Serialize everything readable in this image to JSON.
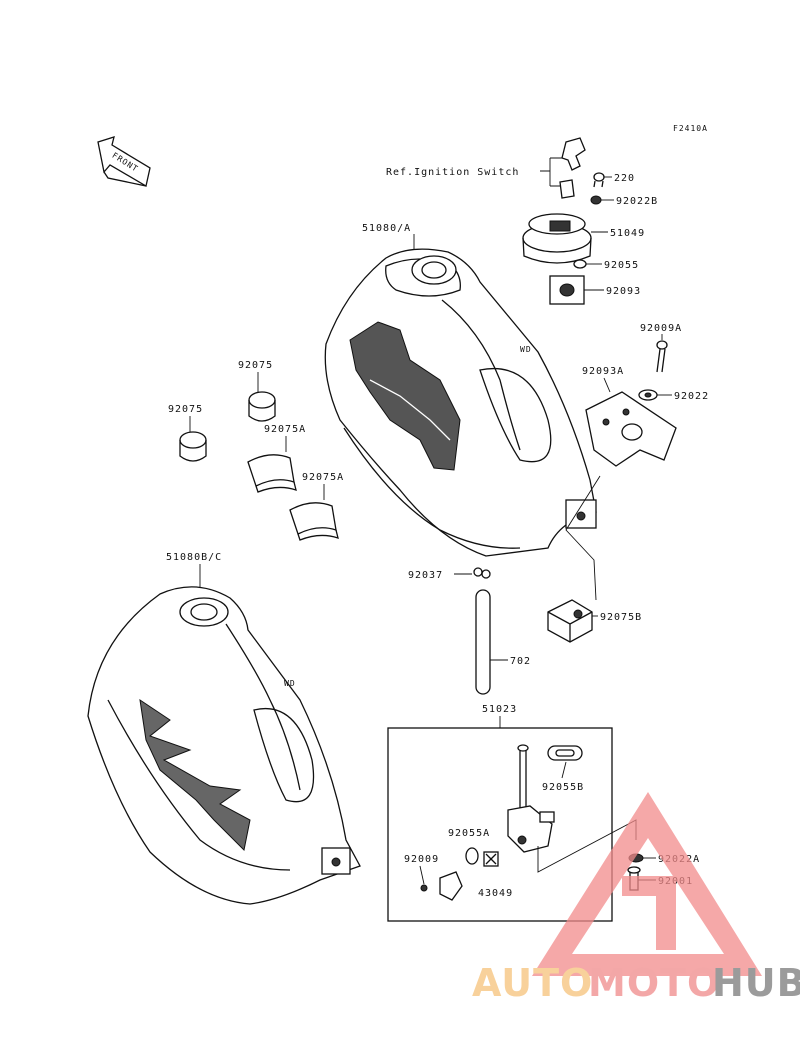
{
  "figure_code": "F2410A",
  "front_arrow": "FRONT",
  "ref_note": "Ref.Ignition Switch",
  "parts": {
    "p220": "220",
    "p92022B": "92022B",
    "p51049": "51049",
    "p92055": "92055",
    "p92093": "92093",
    "p51080A": "51080/A",
    "p92009A": "92009A",
    "p92093A": "92093A",
    "p92022": "92022",
    "wd_top": "WD",
    "p92075_a": "92075",
    "p92075_b": "92075",
    "p92075A_a": "92075A",
    "p92075A_b": "92075A",
    "p51080BC": "51080B/C",
    "wd_bottom": "WD",
    "p92037": "92037",
    "p702": "702",
    "p92075B": "92075B",
    "p51023": "51023",
    "p92055B": "92055B",
    "p92055A": "92055A",
    "p92009": "92009",
    "p43049": "43049",
    "p92022A": "92022A",
    "p92001": "92001"
  },
  "watermark": {
    "auto": "AUTO",
    "moto": "MOTO",
    "hub": "HUB",
    "colors": {
      "auto": "#f6c27a",
      "moto": "#f08a8a",
      "hub": "#7a7a7a",
      "triangle": "#f28b8b"
    }
  }
}
